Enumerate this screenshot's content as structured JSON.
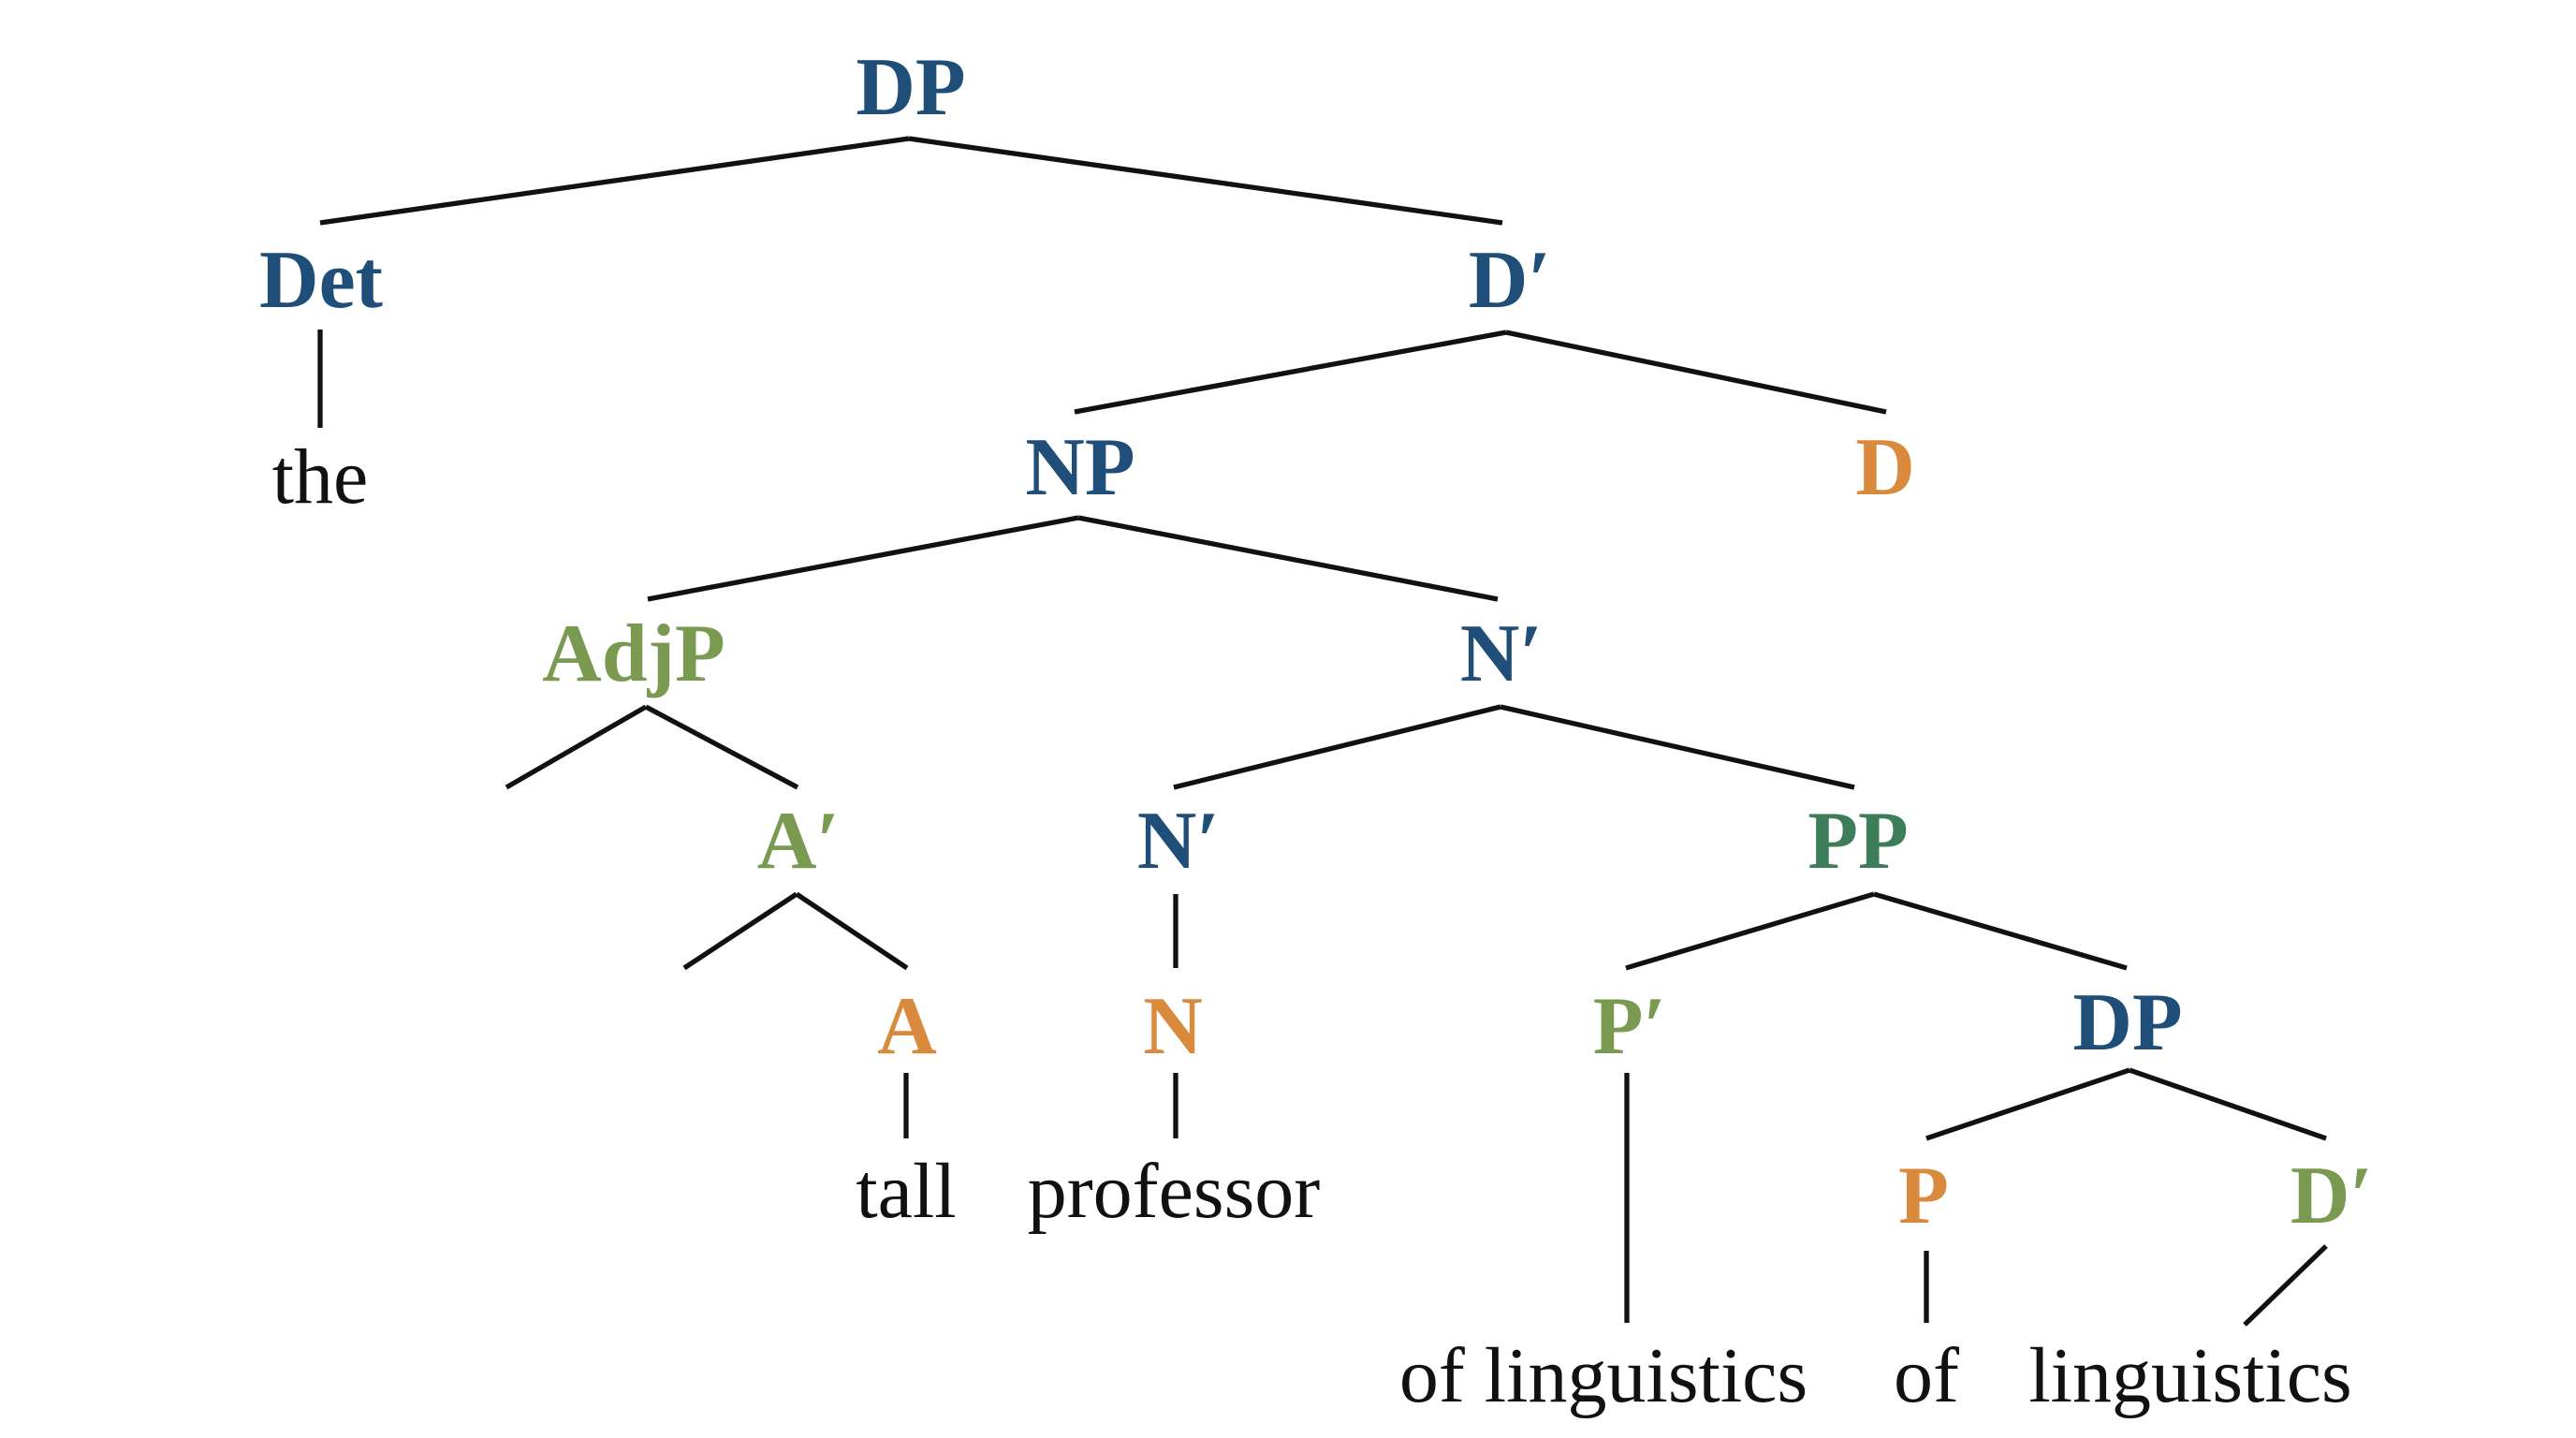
{
  "colors": {
    "blue": "#1f4e79",
    "orange": "#d98a3d",
    "light_green": "#7a9a52",
    "dark_green": "#3d7d59",
    "text": "#111111",
    "line": "#111111"
  },
  "nodes": {
    "dp_root": {
      "label": "DP",
      "color": "#1f4e79"
    },
    "det": {
      "label": "Det",
      "color": "#1f4e79"
    },
    "d_bar_top": {
      "label": "D′",
      "color": "#1f4e79"
    },
    "np": {
      "label": "NP",
      "color": "#1f4e79"
    },
    "d_head": {
      "label": "D",
      "color": "#d98a3d"
    },
    "adjp": {
      "label": "AdjP",
      "color": "#7a9a52"
    },
    "n_bar_upper": {
      "label": "N′",
      "color": "#1f4e79"
    },
    "a_bar": {
      "label": "A′",
      "color": "#7a9a52"
    },
    "n_bar_lower": {
      "label": "N′",
      "color": "#1f4e79"
    },
    "pp": {
      "label": "PP",
      "color": "#3d7d59"
    },
    "a_head": {
      "label": "A",
      "color": "#d98a3d"
    },
    "n_head": {
      "label": "N",
      "color": "#d98a3d"
    },
    "p_bar": {
      "label": "P′",
      "color": "#7a9a52"
    },
    "dp_inner": {
      "label": "DP",
      "color": "#1f4e79"
    },
    "p_head": {
      "label": "P",
      "color": "#d98a3d"
    },
    "d_bar_inner": {
      "label": "D′",
      "color": "#7a9a52"
    }
  },
  "words": {
    "the": "the",
    "tall": "tall",
    "professor": "professor",
    "of_linguistics": "of linguistics",
    "of": "of",
    "linguistics": "linguistics"
  }
}
